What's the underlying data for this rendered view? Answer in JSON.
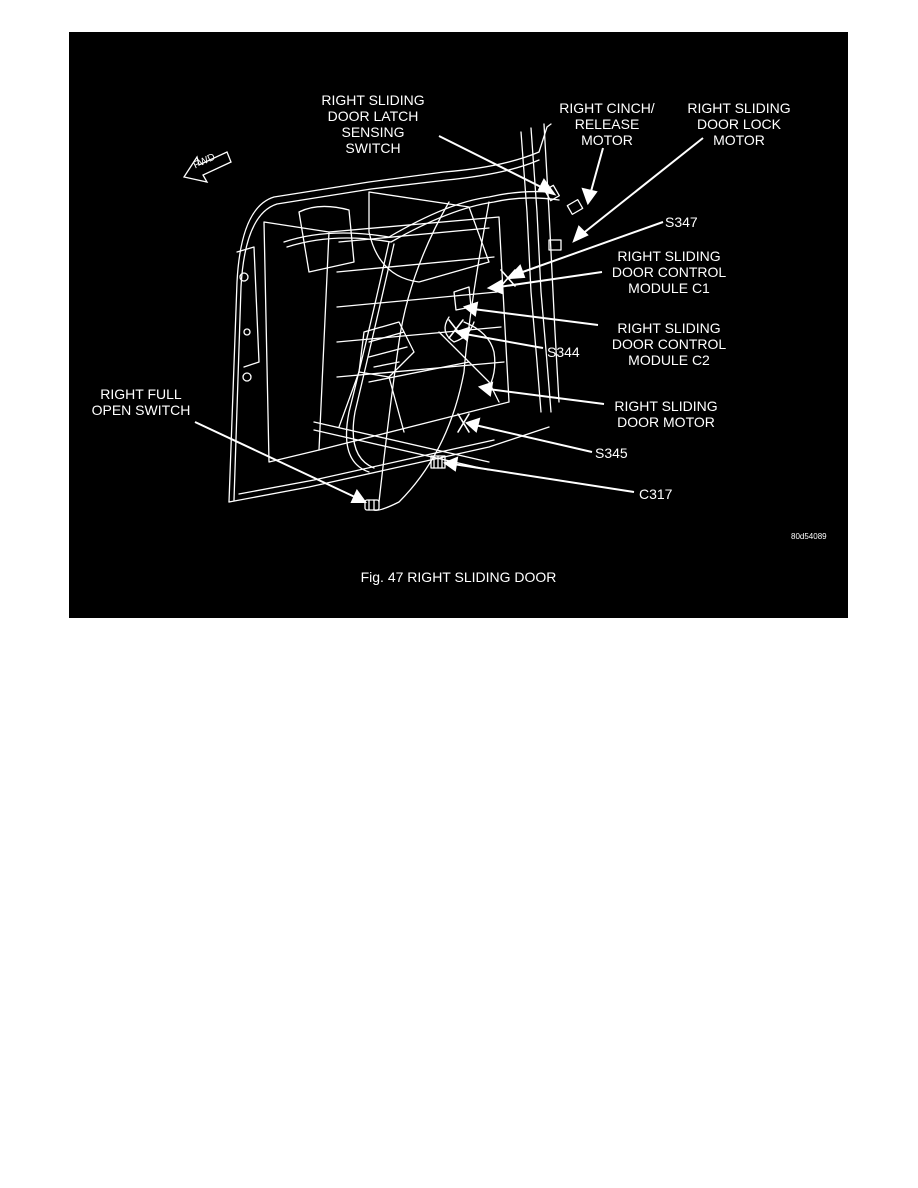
{
  "figure": {
    "caption": "Fig. 47  RIGHT SLIDING DOOR",
    "ref_code": "80d54089",
    "fwd_label": "FWD"
  },
  "labels": {
    "latch_switch": "RIGHT SLIDING\nDOOR LATCH\nSENSING\nSWITCH",
    "cinch_motor": "RIGHT CINCH/\nRELEASE\nMOTOR",
    "lock_motor": "RIGHT SLIDING\nDOOR LOCK\nMOTOR",
    "s347": "S347",
    "module_c1": "RIGHT SLIDING\nDOOR CONTROL\nMODULE C1",
    "s344": "S344",
    "module_c2": "RIGHT SLIDING\nDOOR CONTROL\nMODULE C2",
    "full_open_switch": "RIGHT FULL\nOPEN SWITCH",
    "door_motor": "RIGHT SLIDING\nDOOR MOTOR",
    "s345": "S345",
    "c317": "C317"
  }
}
